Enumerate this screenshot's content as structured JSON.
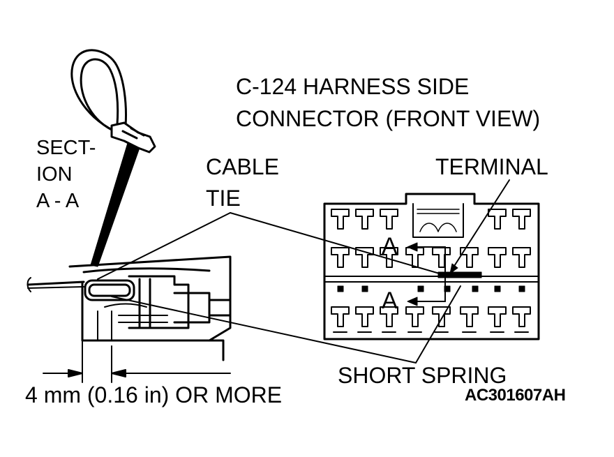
{
  "title": {
    "line1": "C-124 HARNESS SIDE",
    "line2": "CONNECTOR (FRONT VIEW)"
  },
  "labels": {
    "section_line1": "SECT-",
    "section_line2": "ION",
    "section_line3": "A - A",
    "cable_line1": "CABLE",
    "cable_line2": "TIE",
    "terminal": "TERMINAL",
    "short_spring": "SHORT SPRING",
    "dimension": "4 mm (0.16 in) OR MORE",
    "section_marker_top": "A",
    "section_marker_bottom": "A"
  },
  "figure_code": "AC301607AH"
}
